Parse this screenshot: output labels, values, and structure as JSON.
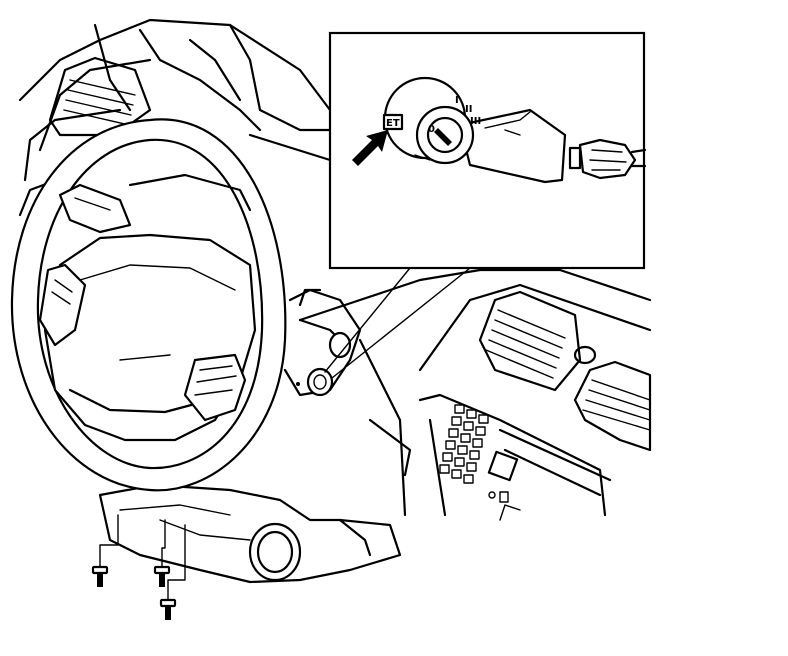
{
  "diagram": {
    "inset": {
      "switch_marks": {
        "position_0": "0",
        "position_1": "I",
        "position_2": "II",
        "position_3": "III"
      },
      "tag_text": "ET"
    },
    "colors": {
      "line": "#000000",
      "background": "#ffffff"
    }
  }
}
